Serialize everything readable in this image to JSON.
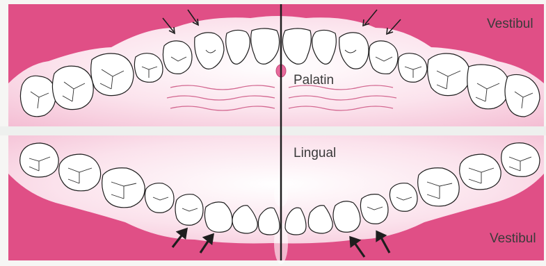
{
  "labels": {
    "upper_vestibular": "Vestibul",
    "palatal": "Palatin",
    "lingual": "Lingual",
    "lower_vestibular": "Vestibul"
  },
  "colors": {
    "gum": "#e04f86",
    "gum_light": "#f3bcd2",
    "palate": "#fbe2ec",
    "tooth_fill": "#ffffff",
    "outline": "#1e1e1e",
    "frame_gap": "#eef0ee",
    "rugae": "#d2668f"
  },
  "arrows": {
    "upper": "thin-arrow-icon",
    "lower": "bold-arrow-icon"
  }
}
